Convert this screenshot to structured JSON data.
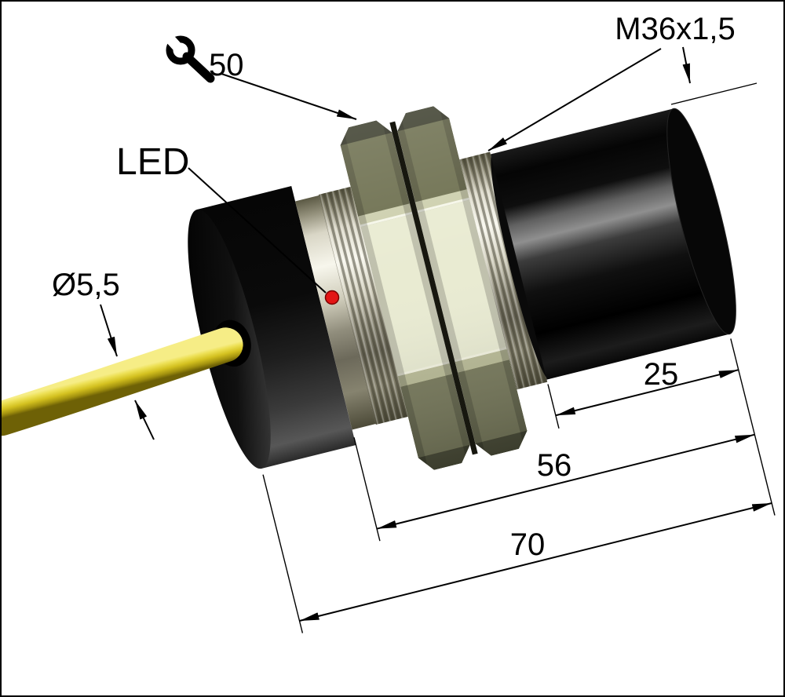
{
  "drawing": {
    "labels": {
      "thread_spec": "M36x1,5",
      "wrench_size": "50",
      "led": "LED",
      "cable_diameter": "Ø5,5"
    },
    "dimensions": {
      "rear_length": "25",
      "thread_section_length": "56",
      "overall_length": "70"
    },
    "icons": {
      "wrench": "wrench-icon",
      "diameter_symbol": "diameter-symbol-icon",
      "led_dot": "led-indicator-icon"
    },
    "colors": {
      "cable_yellow": "#d3c01f",
      "led_red": "#e31515",
      "nut_face": "#e9ebd2",
      "nut_olive": "#6e7050",
      "metal_light": "#f7f6ec",
      "body_black": "#0a0a0a",
      "background": "#ffffff"
    }
  }
}
